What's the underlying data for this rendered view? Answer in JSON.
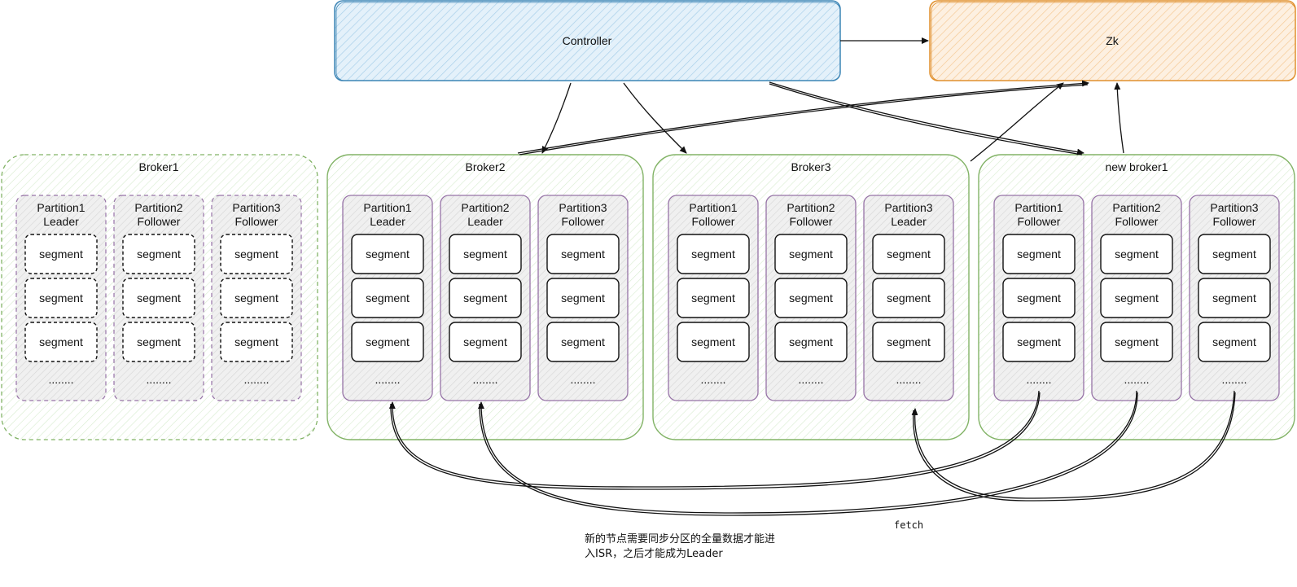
{
  "controller": {
    "label": "Controller"
  },
  "zk": {
    "label": "Zk"
  },
  "brokers": [
    {
      "name": "Broker1",
      "partitions": [
        {
          "name": "Partition1",
          "role": "Leader",
          "segments": [
            "segment",
            "segment",
            "segment"
          ],
          "more": "........"
        },
        {
          "name": "Partition2",
          "role": "Follower",
          "segments": [
            "segment",
            "segment",
            "segment"
          ],
          "more": "........"
        },
        {
          "name": "Partition3",
          "role": "Follower",
          "segments": [
            "segment",
            "segment",
            "segment"
          ],
          "more": "........"
        }
      ]
    },
    {
      "name": "Broker2",
      "partitions": [
        {
          "name": "Partition1",
          "role": "Leader",
          "segments": [
            "segment",
            "segment",
            "segment"
          ],
          "more": "........"
        },
        {
          "name": "Partition2",
          "role": "Leader",
          "segments": [
            "segment",
            "segment",
            "segment"
          ],
          "more": "........"
        },
        {
          "name": "Partition3",
          "role": "Follower",
          "segments": [
            "segment",
            "segment",
            "segment"
          ],
          "more": "........"
        }
      ]
    },
    {
      "name": "Broker3",
      "partitions": [
        {
          "name": "Partition1",
          "role": "Follower",
          "segments": [
            "segment",
            "segment",
            "segment"
          ],
          "more": "........"
        },
        {
          "name": "Partition2",
          "role": "Follower",
          "segments": [
            "segment",
            "segment",
            "segment"
          ],
          "more": "........"
        },
        {
          "name": "Partition3",
          "role": "Leader",
          "segments": [
            "segment",
            "segment",
            "segment"
          ],
          "more": "........"
        }
      ]
    },
    {
      "name": "new broker1",
      "partitions": [
        {
          "name": "Partition1",
          "role": "Follower",
          "segments": [
            "segment",
            "segment",
            "segment"
          ],
          "more": "........"
        },
        {
          "name": "Partition2",
          "role": "Follower",
          "segments": [
            "segment",
            "segment",
            "segment"
          ],
          "more": "........"
        },
        {
          "name": "Partition3",
          "role": "Follower",
          "segments": [
            "segment",
            "segment",
            "segment"
          ],
          "more": "........"
        }
      ]
    }
  ],
  "fetch_label": "fetch",
  "note": {
    "line1": "新的节点需要同步分区的全量数据才能进",
    "line2": "入ISR，之后才能成为Leader"
  },
  "colors": {
    "controller_fill": "#d5e8f4",
    "controller_stroke": "#3d85b5",
    "zk_fill": "#fbe2c6",
    "zk_stroke": "#e0902e",
    "broker_stroke": "#82b366",
    "broker_fill": "#eef7e8",
    "partition_stroke": "#9673a6",
    "partition_fill": "#e9e6ec",
    "segment_stroke": "#111111",
    "segment_fill": "#ffffff"
  }
}
